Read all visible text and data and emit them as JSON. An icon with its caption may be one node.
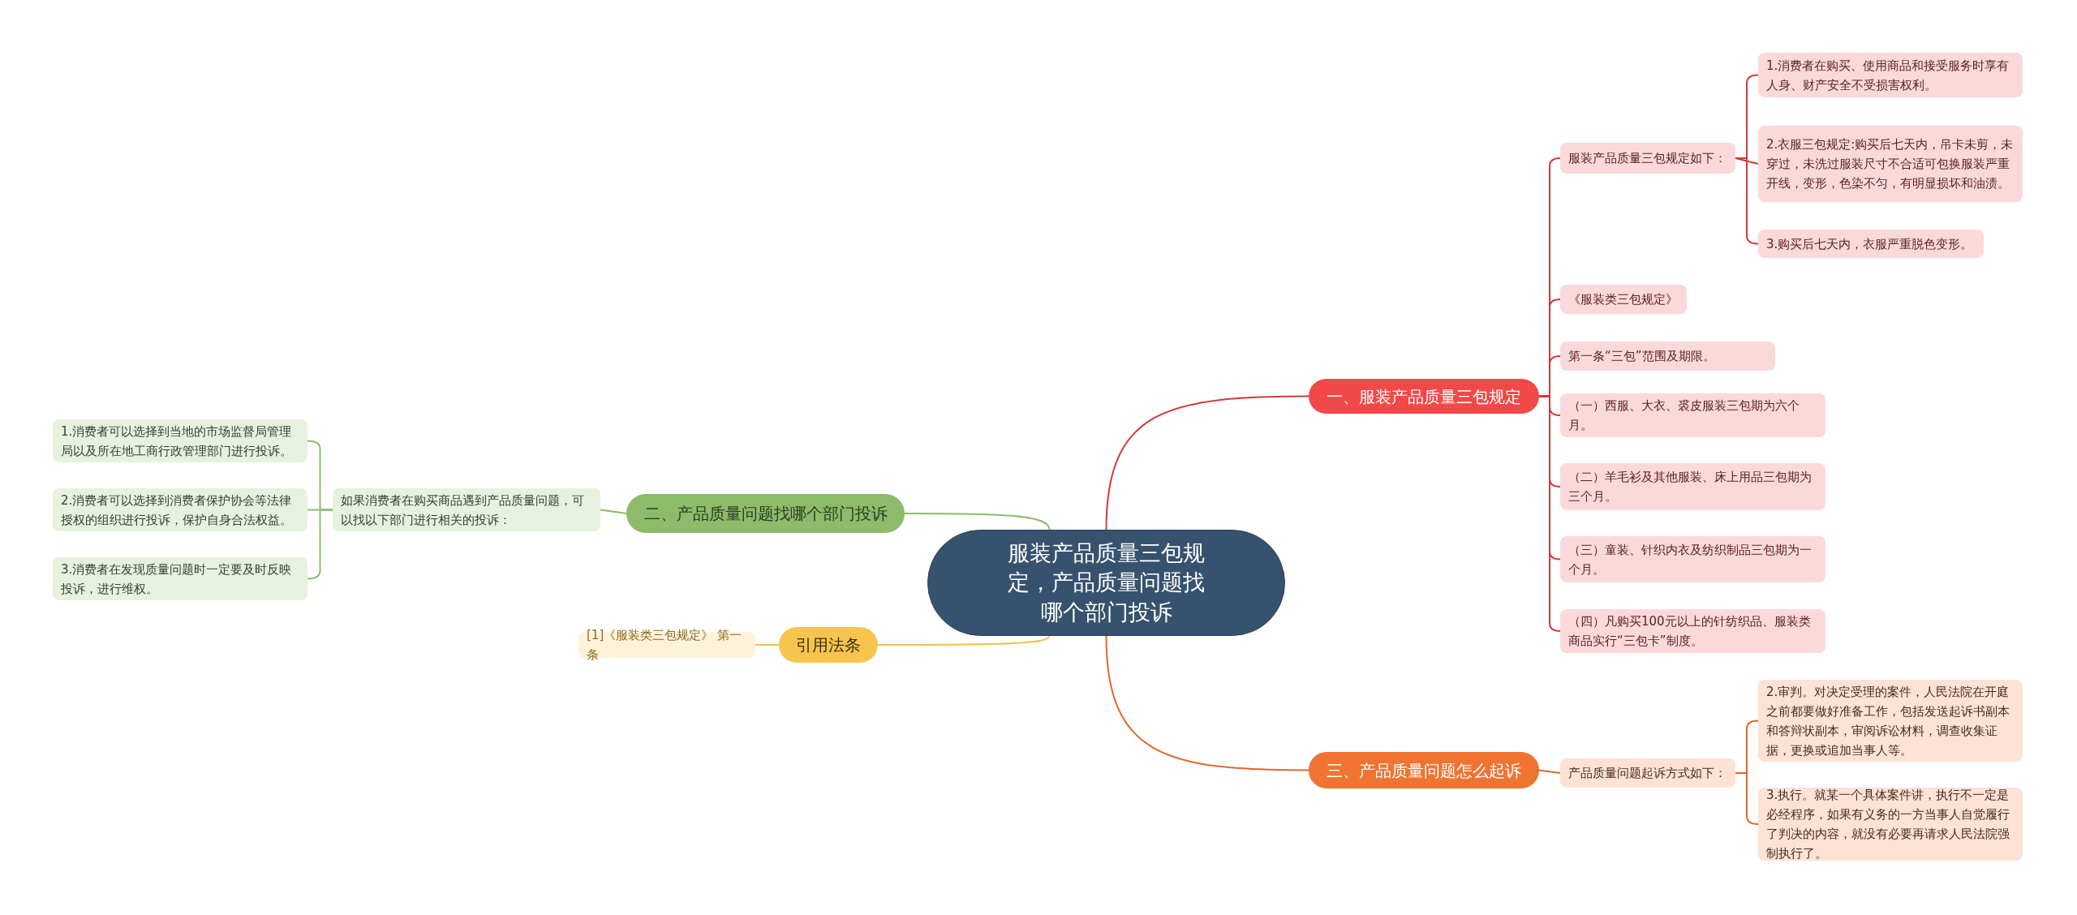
{
  "diagram": {
    "nodes": [
      {
        "text": [
          "服装产品质量三包规定，产品质量问题找哪个部门投诉"
        ]
      },
      {
        "text": [
          "一、服装产品质量三包规定"
        ]
      },
      {
        "text": [
          "服装产品质量三包规定如下："
        ]
      },
      {
        "text": [
          "1.消费者在购买、使用商品和接受服务时享有人身、财产安全不受损害权利。"
        ]
      },
      {
        "text": [
          "2.衣服三包规定:购买后七天内，吊卡未剪，未穿过，未洗过服装尺寸不合适可包换服装严重开线，变形，色染不匀，有明显损坏和油渍。"
        ]
      },
      {
        "text": [
          "3.购买后七天内，衣服严重脱色变形。"
        ]
      },
      {
        "text": [
          "《服装类三包规定》"
        ]
      },
      {
        "text": [
          "第一条“三包”范围及期限。"
        ]
      },
      {
        "text": [
          "（一）西服、大衣、裘皮服装三包期为六个月。"
        ]
      },
      {
        "text": [
          "（二）羊毛衫及其他服装、床上用品三包期为三个月。"
        ]
      },
      {
        "text": [
          "（三）童装、针织内衣及纺织制品三包期为一个月。"
        ]
      },
      {
        "text": [
          "（四）凡购买100元以上的针纺织品、服装类商品实行“三包卡”制度。"
        ]
      },
      {
        "text": [
          "三、产品质量问题怎么起诉"
        ]
      },
      {
        "text": [
          "产品质量问题起诉方式如下："
        ]
      },
      {
        "text": [
          "2.审判。对决定受理的案件，人民法院在开庭之前都要做好准备工作，包括发送起诉书副本和答辩状副本，审阅诉讼材料，调查收集证据，更换或追加当事人等。"
        ]
      },
      {
        "text": [
          "3.执行。就某一个具体案件讲，执行不一定是必经程序，如果有义务的一方当事人自觉履行了判决的内容，就没有必要再请求人民法院强制执行了。"
        ]
      },
      {
        "text": [
          "二、产品质量问题找哪个部门投诉"
        ]
      },
      {
        "text": [
          "如果消费者在购买商品遇到产品质量问题，可以找以下部门进行相关的投诉："
        ]
      },
      {
        "text": [
          "1.消费者可以选择到当地的市场监督局管理局以及所在地工商行政管理部门进行投诉。"
        ]
      },
      {
        "text": [
          "2.消费者可以选择到消费者保护协会等法律授权的组织进行投诉，保护自身合法权益。"
        ]
      },
      {
        "text": [
          "3.消费者在发现质量问题时一定要及时反映投诉，进行维权。"
        ]
      },
      {
        "text": [
          "引用法条"
        ]
      },
      {
        "text": [
          "[1]《服装类三包规定》 第一条"
        ]
      }
    ],
    "edges": [
      {
        "from": 0,
        "to": 1,
        "arrow": "none"
      },
      {
        "from": 1,
        "to": 2,
        "arrow": "none"
      },
      {
        "from": 2,
        "to": 3,
        "arrow": "none"
      },
      {
        "from": 2,
        "to": 4,
        "arrow": "none"
      },
      {
        "from": 2,
        "to": 5,
        "arrow": "none"
      },
      {
        "from": 1,
        "to": 6,
        "arrow": "none"
      },
      {
        "from": 1,
        "to": 7,
        "arrow": "none"
      },
      {
        "from": 1,
        "to": 8,
        "arrow": "none"
      },
      {
        "from": 1,
        "to": 9,
        "arrow": "none"
      },
      {
        "from": 1,
        "to": 10,
        "arrow": "none"
      },
      {
        "from": 1,
        "to": 11,
        "arrow": "none"
      },
      {
        "from": 0,
        "to": 12,
        "arrow": "none",
        "color": "#e0692a"
      },
      {
        "from": 12,
        "to": 13,
        "arrow": "none",
        "color": "#e0692a"
      },
      {
        "from": 13,
        "to": 14,
        "arrow": "none",
        "color": "#e0692a"
      },
      {
        "from": 13,
        "to": 15,
        "arrow": "none",
        "color": "#e0692a"
      },
      {
        "from": 0,
        "to": 16,
        "arrow": "none",
        "color": "#8dbb6a"
      },
      {
        "from": 16,
        "to": 17,
        "arrow": "none",
        "color": "#8dbb6a"
      },
      {
        "from": 17,
        "to": 18,
        "arrow": "none",
        "color": "#8dbb6a"
      },
      {
        "from": 17,
        "to": 19,
        "arrow": "none",
        "color": "#8dbb6a"
      },
      {
        "from": 17,
        "to": 20,
        "arrow": "none",
        "color": "#8dbb6a"
      },
      {
        "from": 0,
        "to": 21,
        "arrow": "none",
        "color": "#eec04a"
      },
      {
        "from": 21,
        "to": 22,
        "arrow": "none",
        "color": "#eec04a"
      }
    ]
  }
}
